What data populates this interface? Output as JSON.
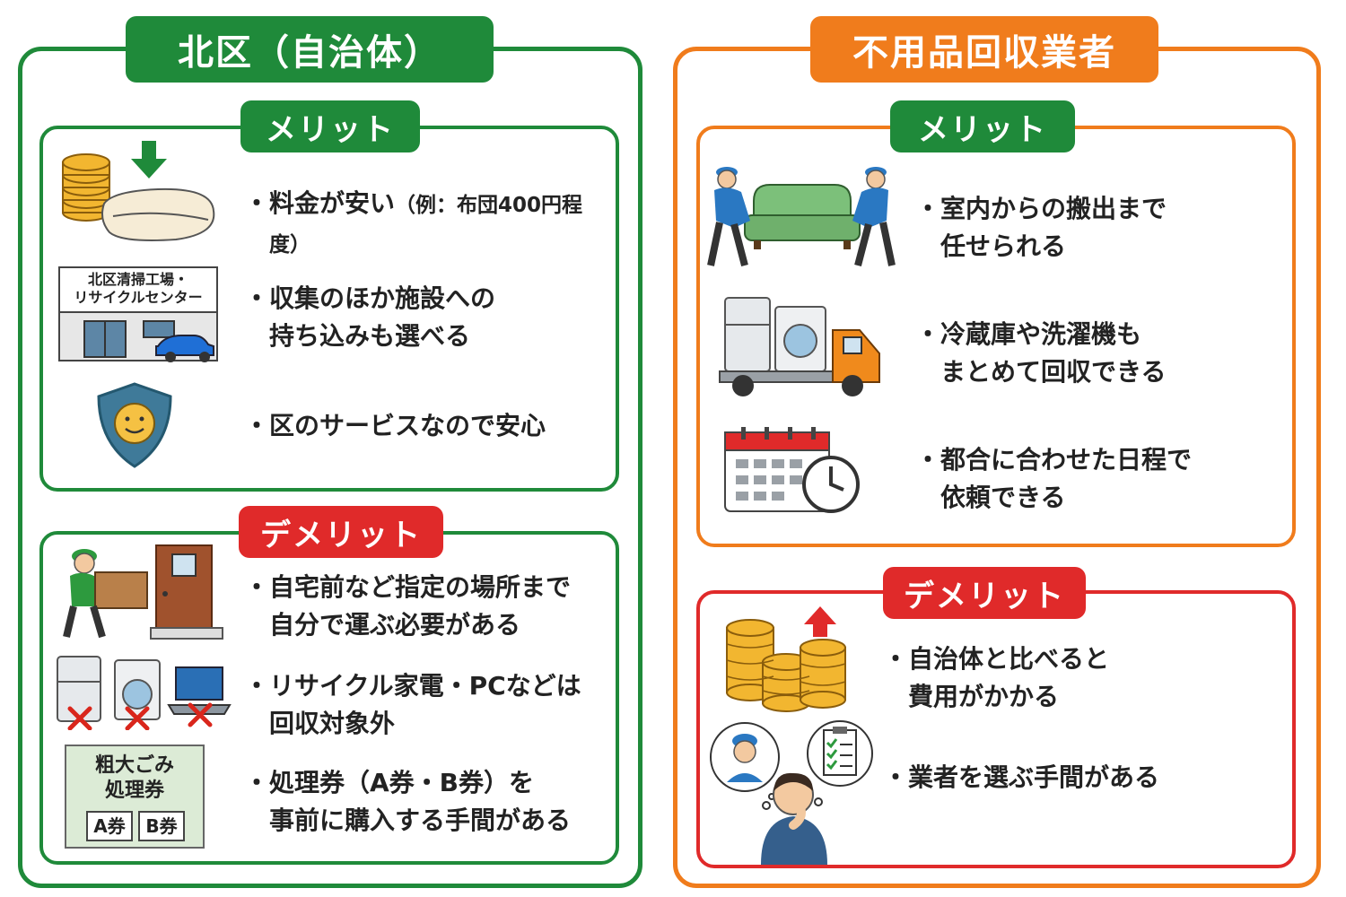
{
  "left": {
    "title": "北区（自治体）",
    "merit": {
      "label": "メリット",
      "items": [
        {
          "text": "料金が安い",
          "note": "（例：布団400円程度）"
        },
        {
          "text": "収集のほか施設への\n持ち込みも選べる"
        },
        {
          "text": "区のサービスなので安心"
        }
      ],
      "facility_sign": "北区清掃工場・\nリサイクルセンター"
    },
    "demerit": {
      "label": "デメリット",
      "items": [
        {
          "text": "自宅前など指定の場所まで\n自分で運ぶ必要がある"
        },
        {
          "text": "リサイクル家電・PCなどは\n回収対象外"
        },
        {
          "text": "処理券（A券・B券）を\n事前に購入する手間がある"
        }
      ],
      "ticket_title": "粗大ごみ\n処理券",
      "ticket_a": "A券",
      "ticket_b": "B券"
    }
  },
  "right": {
    "title": "不用品回収業者",
    "merit": {
      "label": "メリット",
      "items": [
        {
          "text": "室内からの搬出まで\n任せられる"
        },
        {
          "text": "冷蔵庫や洗濯機も\nまとめて回収できる"
        },
        {
          "text": "都合に合わせた日程で\n依頼できる"
        }
      ]
    },
    "demerit": {
      "label": "デメリット",
      "items": [
        {
          "text": "自治体と比べると\n費用がかかる"
        },
        {
          "text": "業者を選ぶ手間がある"
        }
      ]
    }
  },
  "bullet": "・",
  "colors": {
    "green": "#1f8a3a",
    "orange": "#f07c1c",
    "red": "#e02a2a"
  }
}
